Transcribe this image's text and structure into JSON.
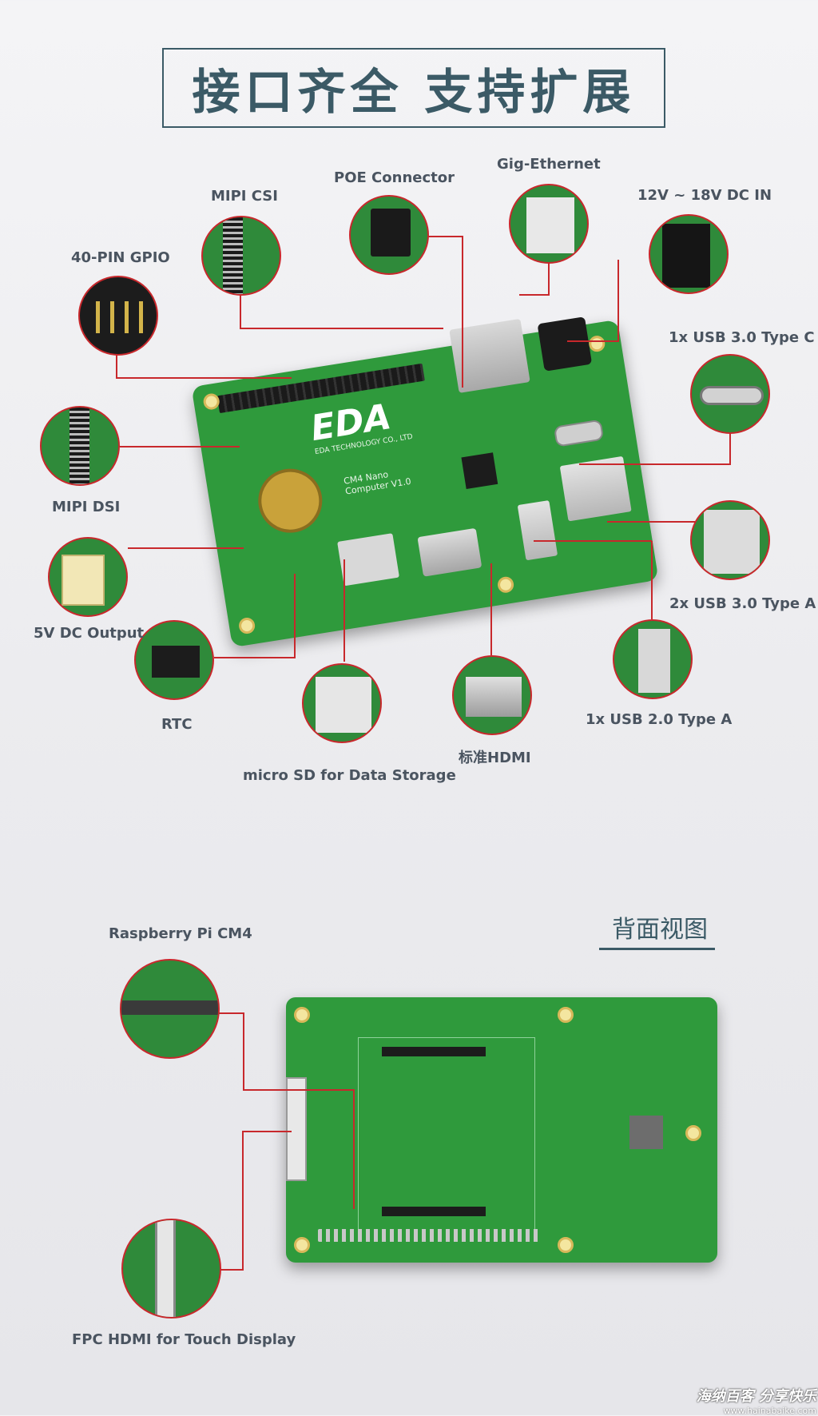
{
  "title": "接口齐全 支持扩展",
  "back_view_title": "背面视图",
  "front_labels": {
    "poe": "POE Connector",
    "gig_ethernet": "Gig-Ethernet",
    "mipi_csi": "MIPI CSI",
    "dc_in": "12V ~ 18V DC IN",
    "gpio": "40-PIN GPIO",
    "usb_c": "1x USB 3.0 Type C",
    "mipi_dsi": "MIPI DSI",
    "usb3_a": "2x USB 3.0 Type A",
    "dc_out": "5V DC Output",
    "rtc": "RTC",
    "usb2_a": "1x USB 2.0 Type A",
    "hdmi": "标准HDMI",
    "micro_sd": "micro SD for Data Storage"
  },
  "board_text": {
    "brand": "EDA",
    "maker": "EDA TECHNOLOGY CO., LTD",
    "model": "CM4 Nano Computer V1.0"
  },
  "back_labels": {
    "cm4": "Raspberry Pi CM4",
    "fpc_hdmi": "FPC HDMI for Touch Display"
  },
  "watermark": {
    "cn": "海纳百客 分享快乐",
    "url": "www.hainabaike.com"
  },
  "colors": {
    "accent_line": "#c8282c",
    "title_text": "#3b5a66",
    "pcb_green": "#2f9a3c"
  }
}
